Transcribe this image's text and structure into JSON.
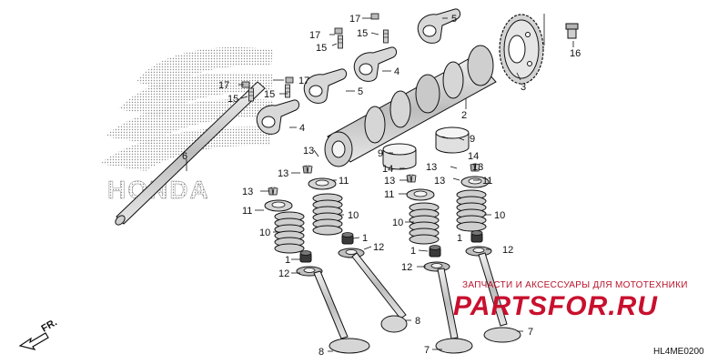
{
  "diagram": {
    "code": "HL4ME0200",
    "front_label": "FR.",
    "brand_logo_text": "HONDA",
    "watermark": {
      "subtitle": "ЗАПЧАСТИ И АКСЕССУАРЫ ДЛЯ МОТОТЕХНИКИ",
      "site": "PARTSFOR.RU"
    },
    "callouts": [
      "1",
      "2",
      "3",
      "4",
      "5",
      "6",
      "7",
      "8",
      "9",
      "10",
      "11",
      "12",
      "13",
      "14",
      "15",
      "16",
      "17"
    ]
  },
  "colors": {
    "line": "#111111",
    "part_fill": "#d9d9d9",
    "watermark_red": "#c8102e",
    "logo_dots": "#9a9a9a"
  },
  "icons": [
    "front-arrow-icon",
    "honda-wing-logo"
  ]
}
